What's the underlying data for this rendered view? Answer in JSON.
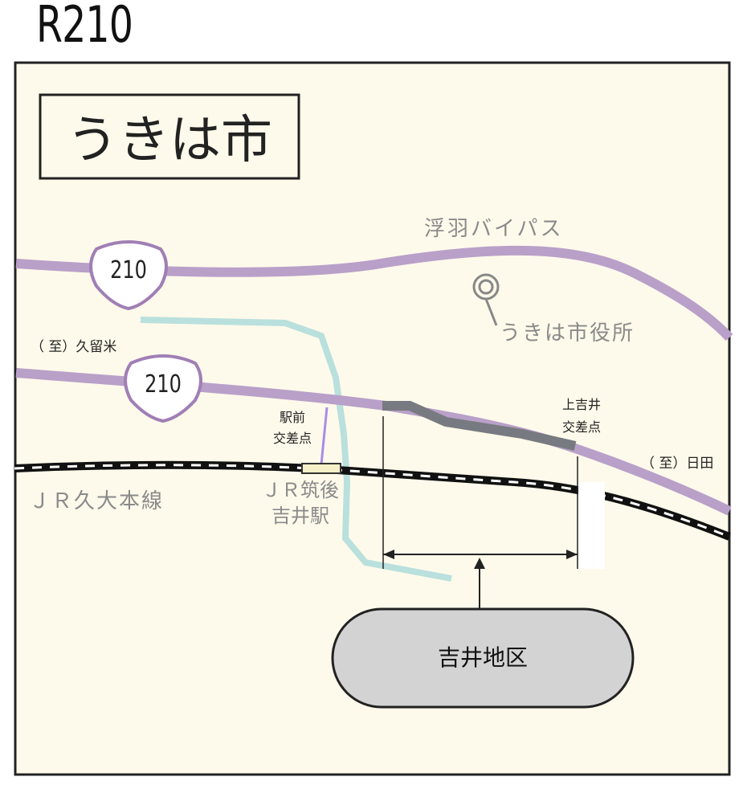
{
  "page_title": "R210",
  "map": {
    "city_title": "うきは市",
    "bypass_label": "浮羽バイパス",
    "city_hall_label": "うきは市役所",
    "route_shield_upper": "210",
    "route_shield_lower": "210",
    "to_kurume_label": "（ 至）久留米",
    "to_hita_label": "（ 至）日田",
    "ekimae_intersection_label": [
      "駅前",
      "交差点"
    ],
    "kamiyoshii_intersection_label": [
      "上吉井",
      "交差点"
    ],
    "jr_line_label": "ＪＲ久大本線",
    "station_label": [
      "ＪＲ筑後",
      "吉井駅"
    ],
    "district_label": "吉井地区"
  },
  "colors": {
    "background": "#fefaeb",
    "route": "#b9a0c9",
    "route_shield_stroke": "#a07fb5",
    "river": "#b9e0dd",
    "work_section": "#777a80",
    "rail": "#111111",
    "district_fill": "#d3d3d3",
    "muted_text": "#8a8a8a"
  }
}
